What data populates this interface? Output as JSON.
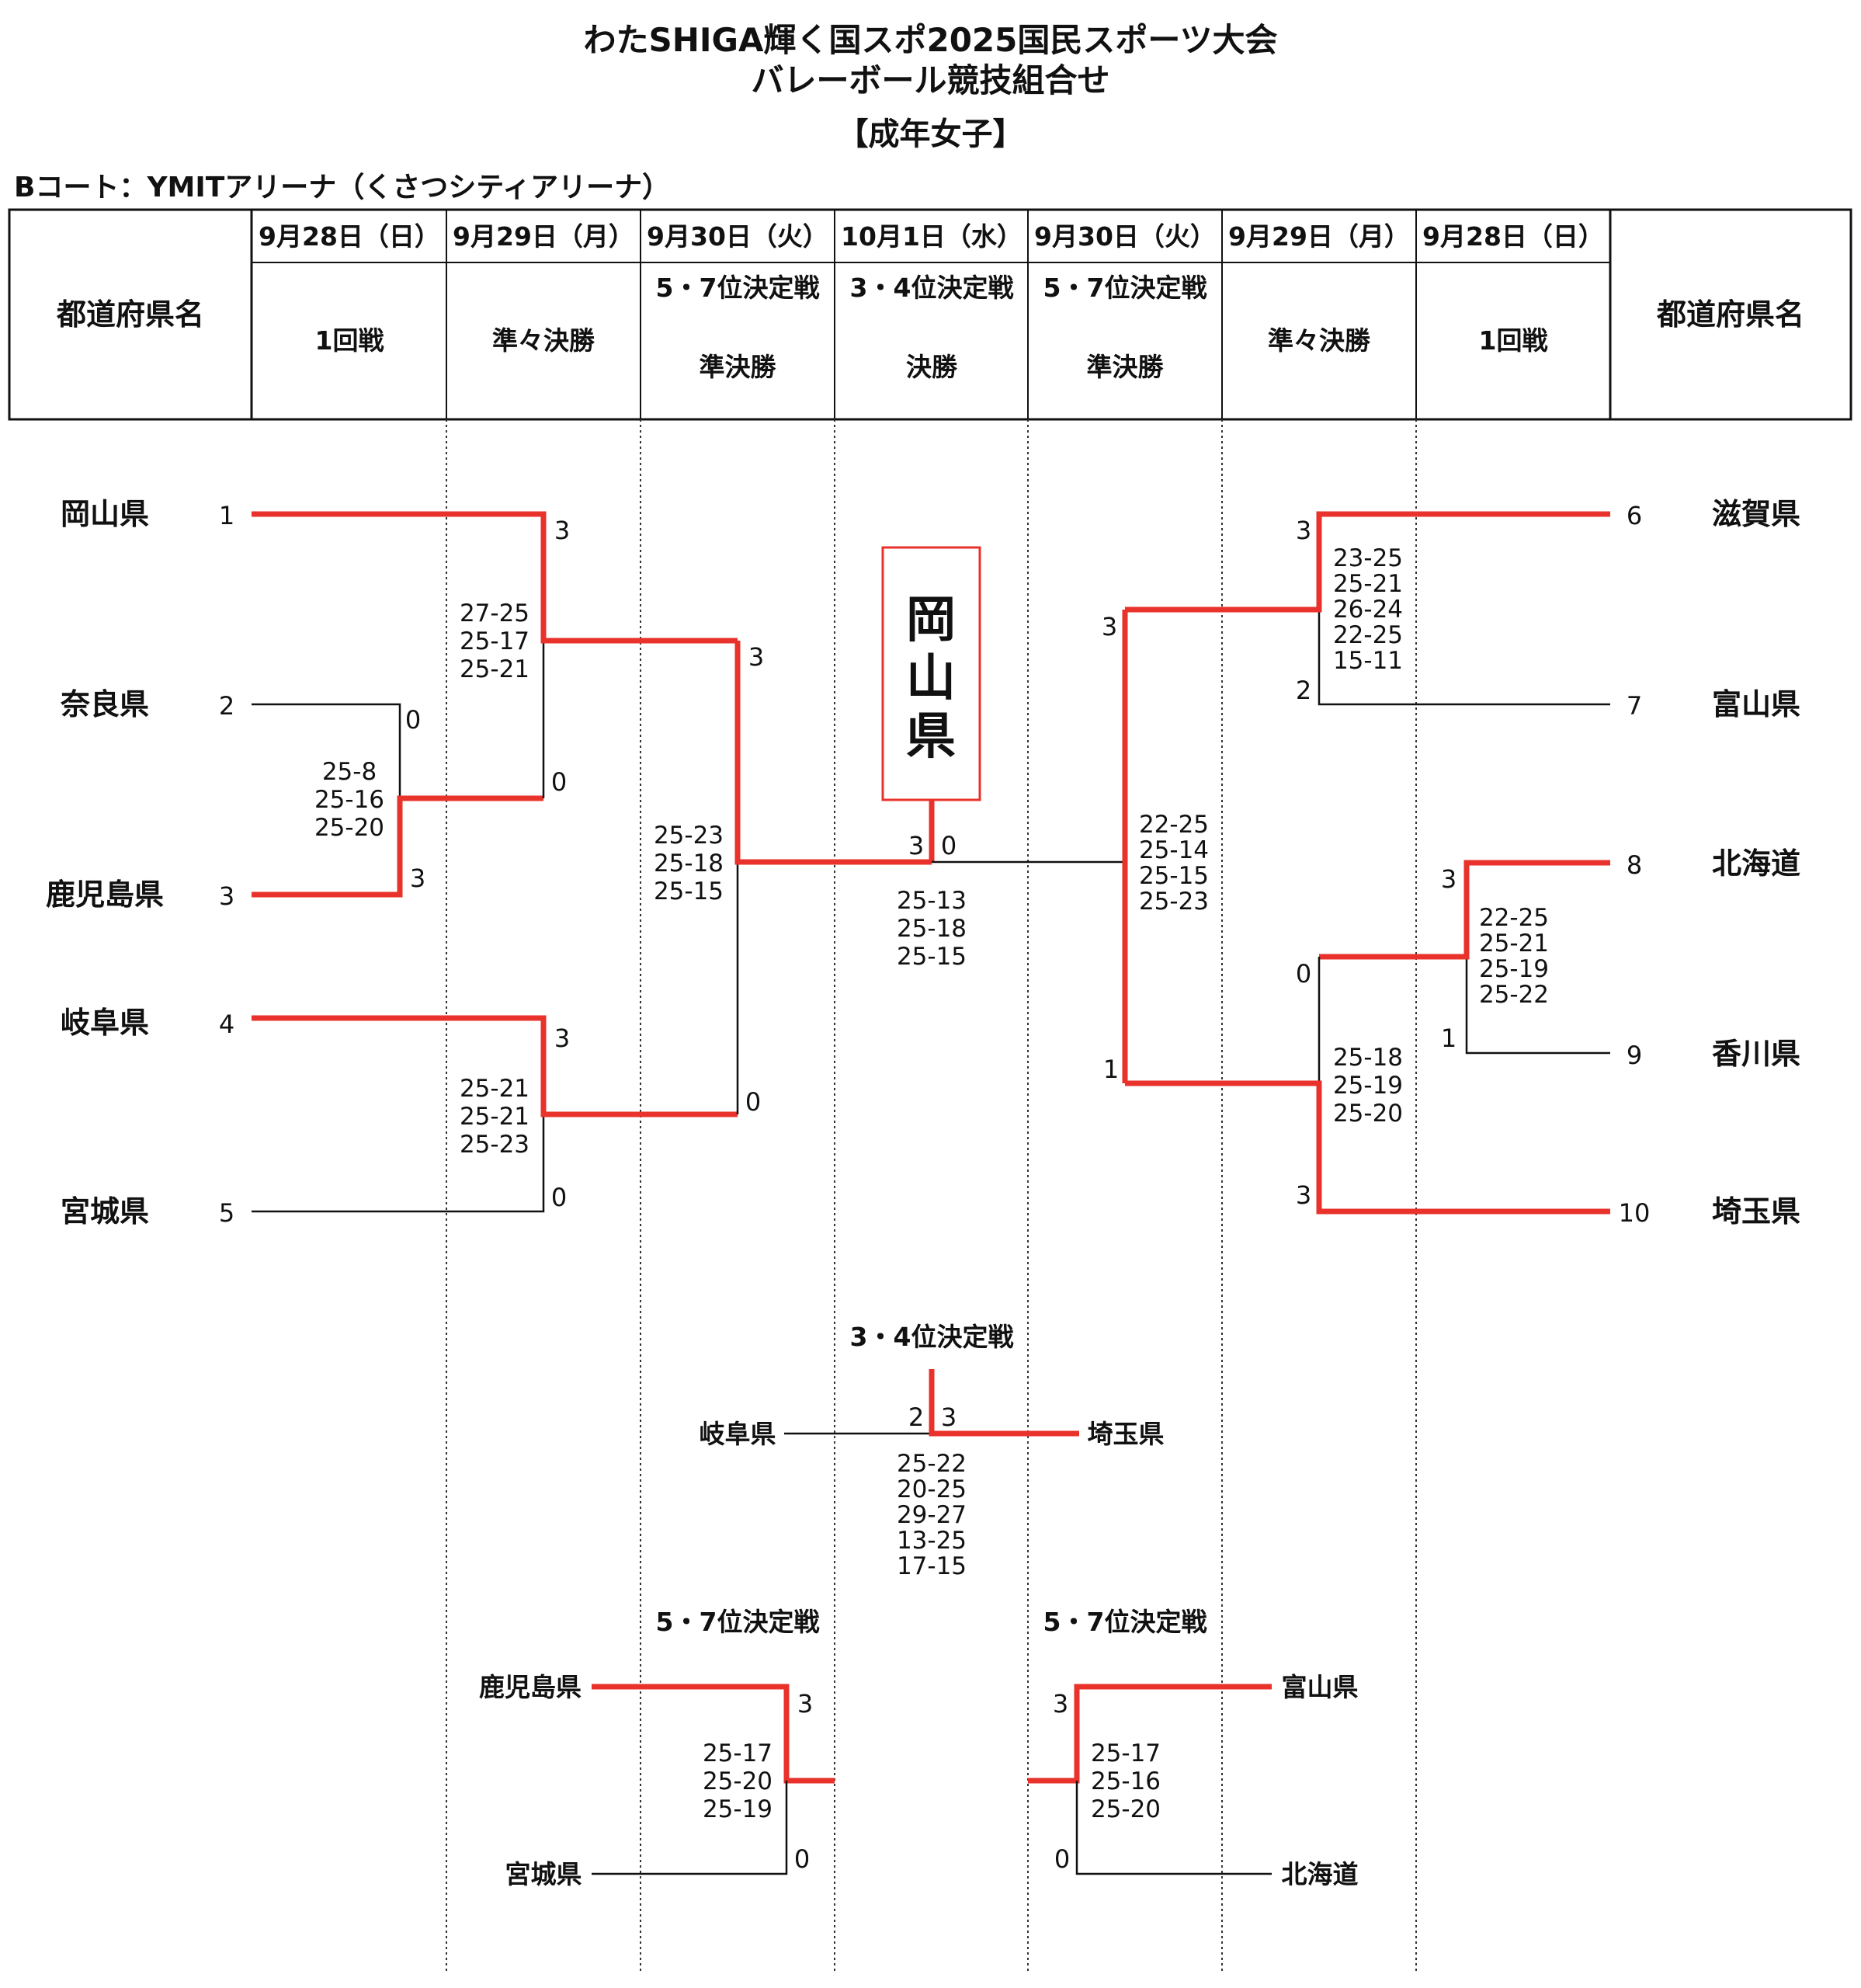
{
  "header": {
    "title_line1": "わたSHIGA輝く国スポ2025国民スポーツ大会",
    "title_line2": "バレーボール競技組合せ",
    "category": "【成年女子】",
    "court": "Bコート：YMITアリーナ（くさつシティアリーナ）"
  },
  "table": {
    "pref_header_left": "都道府県名",
    "pref_header_right": "都道府県名",
    "dates": [
      "9月28日（日）",
      "9月29日（月）",
      "9月30日（火）",
      "10月1日（水）",
      "9月30日（火）",
      "9月29日（月）",
      "9月28日（日）"
    ],
    "rounds": {
      "c1": "1回戦",
      "c2": "準々決勝",
      "c3_top": "5・7位決定戦",
      "c3_bottom": "準決勝",
      "c4_top": "3・4位決定戦",
      "c4_bottom": "決勝",
      "c5_top": "5・7位決定戦",
      "c5_bottom": "準決勝",
      "c6": "準々決勝",
      "c7": "1回戦"
    }
  },
  "teams": {
    "t1": {
      "name": "岡山県",
      "seed": "1"
    },
    "t2": {
      "name": "奈良県",
      "seed": "2"
    },
    "t3": {
      "name": "鹿児島県",
      "seed": "3"
    },
    "t4": {
      "name": "岐阜県",
      "seed": "4"
    },
    "t5": {
      "name": "宮城県",
      "seed": "5"
    },
    "t6": {
      "name": "滋賀県",
      "seed": "6"
    },
    "t7": {
      "name": "富山県",
      "seed": "7"
    },
    "t8": {
      "name": "北海道",
      "seed": "8"
    },
    "t9": {
      "name": "香川県",
      "seed": "9"
    },
    "t10": {
      "name": "埼玉県",
      "seed": "10"
    }
  },
  "champion": [
    "岡",
    "山",
    "県"
  ],
  "matches": {
    "r1_left": {
      "top": "0",
      "bottom": "3",
      "sets": [
        "25-8",
        "25-16",
        "25-20"
      ]
    },
    "qf_left_a": {
      "top": "3",
      "bottom": "0",
      "sets": [
        "27-25",
        "25-17",
        "25-21"
      ]
    },
    "qf_left_b": {
      "top": "3",
      "bottom": "0",
      "sets": [
        "25-21",
        "25-21",
        "25-23"
      ]
    },
    "sf_left": {
      "top": "3",
      "bottom": "0",
      "sets": [
        "25-23",
        "25-18",
        "25-15"
      ]
    },
    "final": {
      "left": "3",
      "right": "0",
      "sets": [
        "25-13",
        "25-18",
        "25-15"
      ]
    },
    "sf_right": {
      "top": "3",
      "bottom": "1",
      "sets": [
        "22-25",
        "25-14",
        "25-15",
        "25-23"
      ]
    },
    "qf_right_a": {
      "top": "3",
      "bottom": "2",
      "sets": [
        "23-25",
        "25-21",
        "26-24",
        "22-25",
        "15-11"
      ]
    },
    "r1_right": {
      "top": "3",
      "bottom": "1",
      "sets": [
        "22-25",
        "25-21",
        "25-19",
        "25-22"
      ]
    },
    "qf_right_b": {
      "top": "0",
      "bottom": "3",
      "sets": [
        "25-18",
        "25-19",
        "25-20"
      ]
    }
  },
  "third_place": {
    "title": "3・4位決定戦",
    "left": "岐阜県",
    "right": "埼玉県",
    "left_score": "2",
    "right_score": "3",
    "sets": [
      "25-22",
      "20-25",
      "29-27",
      "13-25",
      "17-15"
    ]
  },
  "classification_left": {
    "title": "5・7位決定戦",
    "top": "鹿児島県",
    "bottom": "宮城県",
    "top_score": "3",
    "bottom_score": "0",
    "sets": [
      "25-17",
      "25-20",
      "25-19"
    ]
  },
  "classification_right": {
    "title": "5・7位決定戦",
    "top": "富山県",
    "bottom": "北海道",
    "top_score": "3",
    "bottom_score": "0",
    "sets": [
      "25-17",
      "25-16",
      "25-20"
    ]
  },
  "colors": {
    "winner_line": "#e8322b",
    "line": "#111111"
  }
}
